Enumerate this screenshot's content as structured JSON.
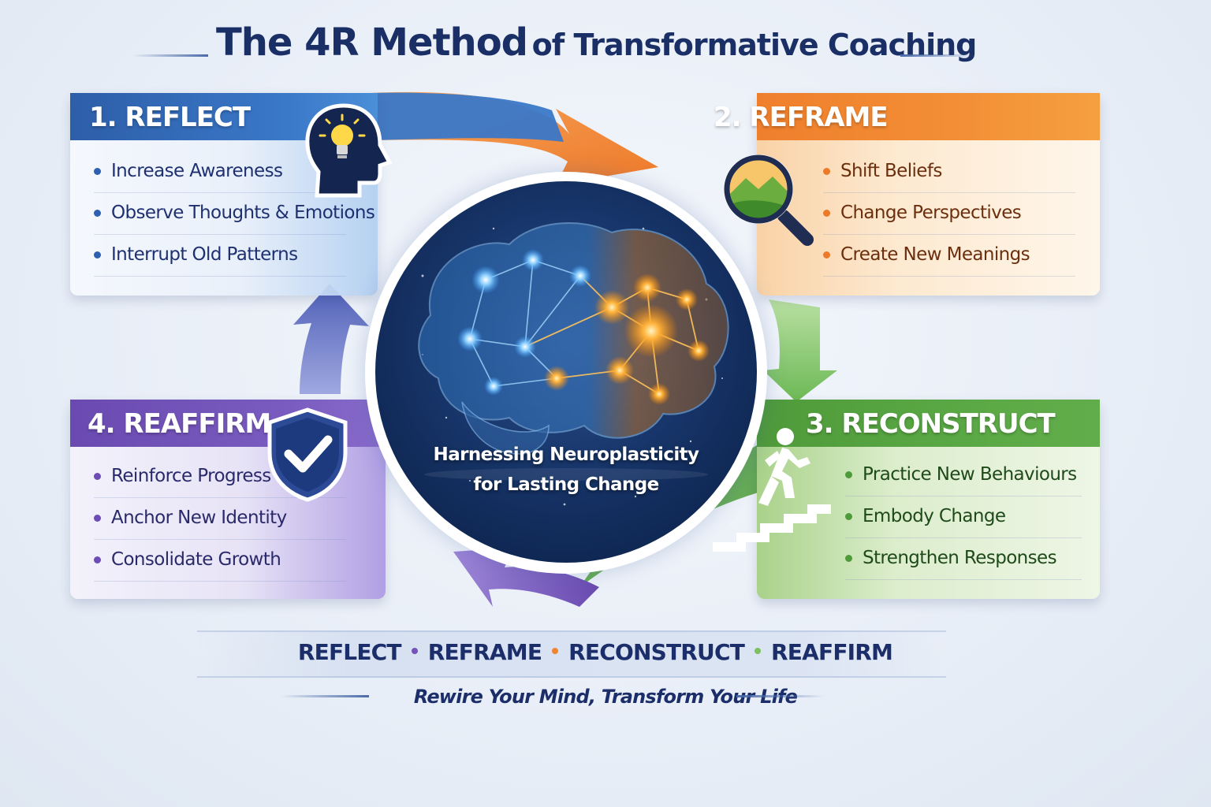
{
  "title": {
    "part1": "The 4R Method",
    "part2": "of Transformative Coaching"
  },
  "steps": [
    {
      "heading": "1. REFLECT",
      "color": "#3272c2",
      "icon": "head-lightbulb-icon",
      "items": [
        "Increase Awareness",
        "Observe Thoughts & Emotions",
        "Interrupt Old Patterns"
      ]
    },
    {
      "heading": "2. REFRAME",
      "color": "#f0852f",
      "icon": "magnifying-glass-landscape-icon",
      "items": [
        "Shift Beliefs",
        "Change Perspectives",
        "Create New Meanings"
      ]
    },
    {
      "heading": "3. RECONSTRUCT",
      "color": "#55a141",
      "icon": "person-climbing-stairs-icon",
      "items": [
        "Practice New Behaviours",
        "Embody Change",
        "Strengthen Responses"
      ]
    },
    {
      "heading": "4. REAFFIRM",
      "color": "#7454b8",
      "icon": "shield-checkmark-icon",
      "items": [
        "Reinforce Progress",
        "Anchor New Identity",
        "Consolidate Growth"
      ]
    }
  ],
  "center": {
    "line1": "Harnessing Neuroplasticity",
    "line2": "for Lasting Change",
    "icon": "glowing-brain-icon"
  },
  "summary": {
    "words": [
      "REFLECT",
      "REFRAME",
      "RECONSTRUCT",
      "REAFFIRM"
    ],
    "separator_colors": [
      "#7454b8",
      "#f0852f",
      "#7cc05f"
    ]
  },
  "tagline": "Rewire Your Mind, Transform Your Life"
}
